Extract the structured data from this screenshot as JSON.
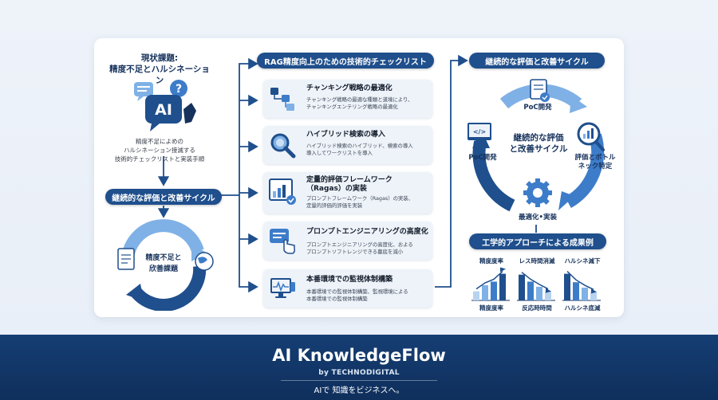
{
  "left": {
    "title_line1": "現状課題:",
    "title_line2": "精度不足とハルシネーション",
    "ai_label": "AI",
    "desc_line1": "精度不足によめの",
    "desc_line2": "ハルシネーション接滅する",
    "desc_line3": "技術的チェックリストと実装手順",
    "pill": "継続的な評価と改善サイクル",
    "cycle_line1": "精度不足と",
    "cycle_line2": "欣善課題"
  },
  "checklist": {
    "pill": "RAG精度向上のための技術的チェックリスト",
    "steps": [
      {
        "title": "チャンキング戦略の最適化",
        "desc1": "チャンキング戦略の最適な種類と道境により、",
        "desc2": "チャンキングエンテリング戦略の最適化"
      },
      {
        "title": "ハイブリッド検索の導入",
        "desc1": "ハイブリッド検索のハイブリッド、検索の導入",
        "desc2": "導入してワークリストを導入"
      },
      {
        "title": "定量的評価フレームワーク",
        "title2": "（Ragas）の実装",
        "desc1": "プロンプトフレームワーク（Ragas）の実装、",
        "desc2": "定量的評価的評価を実装"
      },
      {
        "title": "プロンプトエンジニアリングの高度化",
        "desc1": "プロンプトエンジニアリングの高度化、およる",
        "desc2": "プロンプトソフトレンジできる墓底を減小"
      },
      {
        "title": "本番環境での監視体制構築",
        "desc1": "本番環境での監視体制構築、監視環境による",
        "desc2": "本番環境での監視体制構築"
      }
    ]
  },
  "right": {
    "pill": "継続的な評価と改善サイクル",
    "center_line1": "継続的な評価",
    "center_line2": "と改善サイクル",
    "poc_top": "PoC開発",
    "poc_left": "PoC開発",
    "eval_line1": "評価とボトル",
    "eval_line2": "ネック特定",
    "optimize": "最適化•実装",
    "results_pill": "工学的アプローチによる成果例",
    "charts": [
      {
        "top": "精度度率",
        "bottom": "精度度率",
        "values": [
          0.3,
          0.5,
          0.62,
          0.88
        ],
        "trend": "up"
      },
      {
        "top": "レス時間消滅",
        "bottom": "反応時時間",
        "values": [
          0.85,
          0.62,
          0.45,
          0.3
        ],
        "trend": "down"
      },
      {
        "top": "ハルシネ減下",
        "bottom": "ハルシネ底減",
        "values": [
          0.88,
          0.6,
          0.42,
          0.28
        ],
        "trend": "down"
      }
    ]
  },
  "footer": {
    "title": "AI KnowledgeFlow",
    "sub": "by TECHNODIGITAL",
    "tag": "AIで 知識をビジネスへ。"
  },
  "colors": {
    "navy": "#1f4f8c",
    "blue": "#3d7cc9",
    "light_blue": "#7fb1e6",
    "footer": "#153e74"
  }
}
